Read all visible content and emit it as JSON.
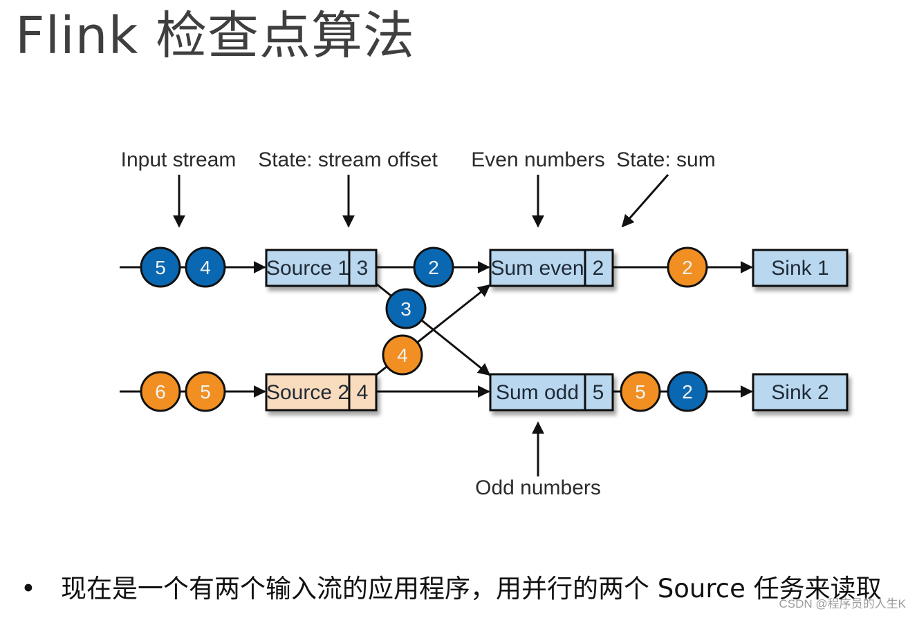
{
  "title": "Flink 检查点算法",
  "colors": {
    "blue_event": "#0a68b2",
    "orange_event": "#f18f22",
    "box_blue": "#b9d7ee",
    "box_peach": "#f9dbbd",
    "stroke": "#111111"
  },
  "annotations": {
    "input_stream": "Input stream",
    "state_offset": "State: stream offset",
    "even_numbers": "Even numbers",
    "state_sum": "State: sum",
    "odd_numbers": "Odd numbers"
  },
  "nodes": {
    "source1": {
      "label": "Source 1",
      "state": "3"
    },
    "source2": {
      "label": "Source 2",
      "state": "4"
    },
    "sum_even": {
      "label": "Sum even",
      "state": "2"
    },
    "sum_odd": {
      "label": "Sum odd",
      "state": "5"
    },
    "sink1": {
      "label": "Sink 1"
    },
    "sink2": {
      "label": "Sink 2"
    }
  },
  "events": {
    "input1_a": {
      "value": "5",
      "color": "blue"
    },
    "input1_b": {
      "value": "4",
      "color": "blue"
    },
    "input2_a": {
      "value": "6",
      "color": "orange"
    },
    "input2_b": {
      "value": "5",
      "color": "orange"
    },
    "s1_to_even": {
      "value": "2",
      "color": "blue"
    },
    "s1_to_odd": {
      "value": "3",
      "color": "blue"
    },
    "s2_to_even": {
      "value": "4",
      "color": "orange"
    },
    "even_to_sink1": {
      "value": "2",
      "color": "orange"
    },
    "odd_to_sink2_a": {
      "value": "5",
      "color": "orange"
    },
    "odd_to_sink2_b": {
      "value": "2",
      "color": "blue"
    }
  },
  "bullet": {
    "symbol": "•",
    "text": "现在是一个有两个输入流的应用程序，用并行的两个 Source 任务来读取"
  },
  "watermark": "CSDN @程序员的人生K"
}
